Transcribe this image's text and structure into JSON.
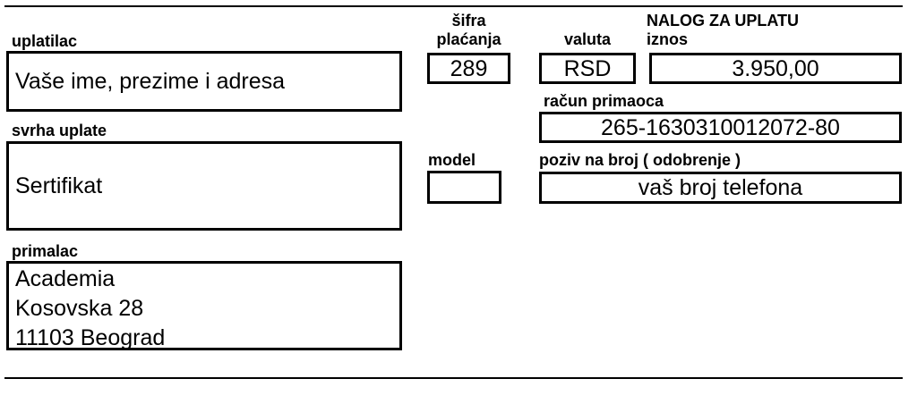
{
  "form": {
    "title": "NALOG ZA UPLATU",
    "payer": {
      "label": "uplatilac",
      "value": "Vaše ime, prezime i adresa"
    },
    "purpose": {
      "label": "svrha uplate",
      "value": "Sertifikat"
    },
    "recipient": {
      "label": "primalac",
      "lines": [
        "Academia",
        "Kosovska 28",
        "11103 Beograd"
      ]
    },
    "payment_code": {
      "label_line1": "šifra",
      "label_line2": "plaćanja",
      "value": "289"
    },
    "currency": {
      "label": "valuta",
      "value": "RSD"
    },
    "amount": {
      "label": "iznos",
      "value": "3.950,00"
    },
    "recipient_account": {
      "label": "račun primaoca",
      "value": "265-1630310012072-80"
    },
    "model": {
      "label": "model",
      "value": ""
    },
    "reference_number": {
      "label": "poziv na broj ( odobrenje )",
      "value": "vaš broj telefona"
    }
  },
  "colors": {
    "ink": "#000000",
    "background": "#ffffff"
  }
}
